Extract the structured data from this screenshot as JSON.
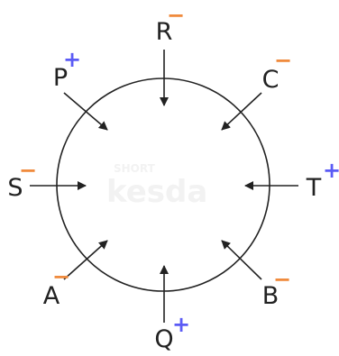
{
  "colors": {
    "positive": "#5b5bf5",
    "negative": "#f08a3c",
    "line": "#222222",
    "text": "#222222",
    "watermark": "#f2f2f2"
  },
  "watermark": {
    "small": "SHORT",
    "large": "kesda"
  },
  "nodes": [
    {
      "id": "r",
      "label": "R",
      "sign": "−",
      "polarity": "negative"
    },
    {
      "id": "c",
      "label": "C",
      "sign": "−",
      "polarity": "negative"
    },
    {
      "id": "t",
      "label": "T",
      "sign": "+",
      "polarity": "positive"
    },
    {
      "id": "b",
      "label": "B",
      "sign": "−",
      "polarity": "negative"
    },
    {
      "id": "q",
      "label": "Q",
      "sign": "+",
      "polarity": "positive"
    },
    {
      "id": "a",
      "label": "A",
      "sign": "−",
      "polarity": "negative"
    },
    {
      "id": "s",
      "label": "S",
      "sign": "−",
      "polarity": "negative"
    },
    {
      "id": "p",
      "label": "P",
      "sign": "+",
      "polarity": "positive"
    }
  ]
}
